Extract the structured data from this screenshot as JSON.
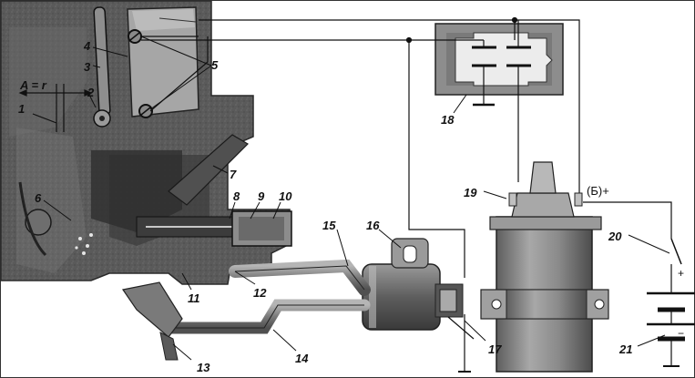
{
  "labels": {
    "n1": "1",
    "n2": "2",
    "n3": "3",
    "n4": "4",
    "n5": "5",
    "n6": "6",
    "n7": "7",
    "n8": "8",
    "n9": "9",
    "n10": "10",
    "n11": "11",
    "n12": "12",
    "n13": "13",
    "n14": "14",
    "n15": "15",
    "n16": "16",
    "n17": "17",
    "n18": "18",
    "n19": "19",
    "n20": "20",
    "n21": "21",
    "clearance": "A = r",
    "coil_terminal_b": "(Б)+",
    "battery_plus": "+",
    "battery_minus": "−"
  },
  "colors": {
    "casting_dark": "#4a4a4a",
    "casting_mid": "#7a7a7a",
    "casting_light": "#a9a9a9",
    "coil_body": "#8a8a8a",
    "wire": "#222222",
    "relay_body": "#8d8d8d"
  }
}
